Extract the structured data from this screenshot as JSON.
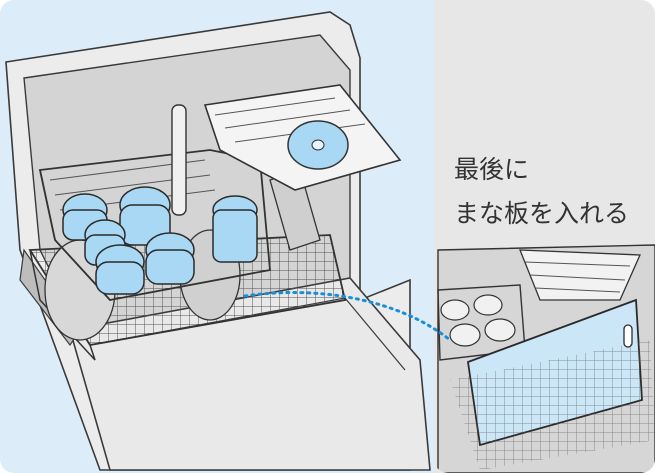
{
  "caption": {
    "line1": "最後に",
    "line2": "まな板を入れる"
  },
  "colors": {
    "panel_left_bg": "#dcecf8",
    "panel_right_bg": "#e7e7e7",
    "dish_blue": "#a9d8f4",
    "line": "#3a3a3a",
    "dotted_arrow": "#1a8fd8",
    "appliance_body": "#e6e6e6"
  },
  "icons": [
    "dishwasher-open-illustration",
    "cutting-board-inset-illustration",
    "dotted-guide-line"
  ]
}
